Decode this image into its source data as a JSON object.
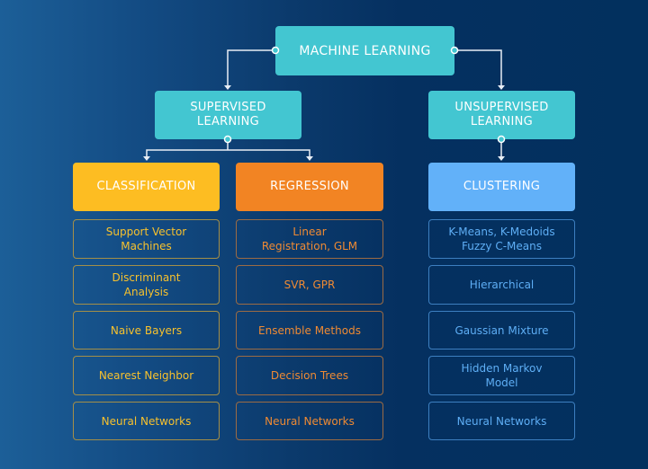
{
  "colors": {
    "root": "#43c6d1",
    "category": "#43c6d1",
    "classification": "#fdbd22",
    "regression": "#f28423",
    "clustering": "#62b1f9",
    "connector": "#e8eef5"
  },
  "root": {
    "label": "MACHINE LEARNING"
  },
  "categories": {
    "supervised": {
      "label": "SUPERVISED\nLEARNING"
    },
    "unsupervised": {
      "label": "UNSUPERVISED\nLEARNING"
    }
  },
  "groups": {
    "classification": {
      "label": "CLASSIFICATION",
      "items": [
        "Support Vector\nMachines",
        "Discriminant\nAnalysis",
        "Naive Bayers",
        "Nearest Neighbor",
        "Neural Networks"
      ]
    },
    "regression": {
      "label": "REGRESSION",
      "items": [
        "Linear\nRegistration, GLM",
        "SVR, GPR",
        "Ensemble Methods",
        "Decision Trees",
        "Neural Networks"
      ]
    },
    "clustering": {
      "label": "CLUSTERING",
      "items": [
        "K-Means, K-Medoids\nFuzzy C-Means",
        "Hierarchical",
        "Gaussian Mixture",
        "Hidden Markov\nModel",
        "Neural Networks"
      ]
    }
  }
}
